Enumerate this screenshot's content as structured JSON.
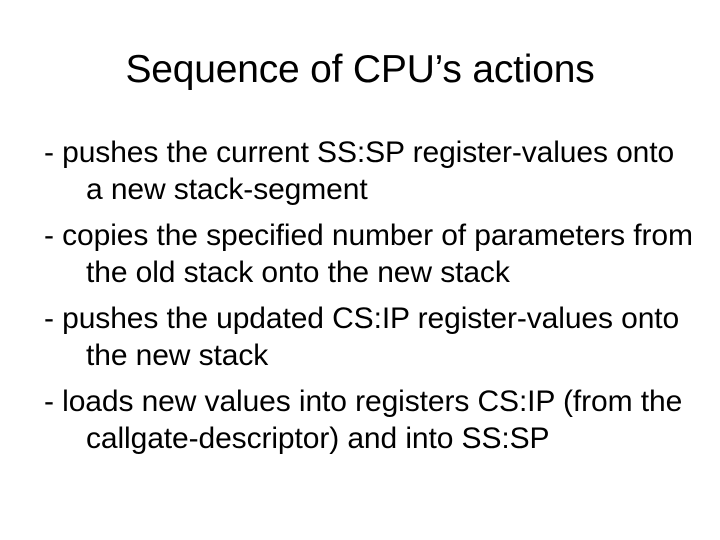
{
  "slide": {
    "title": "Sequence of CPU’s actions",
    "background_color": "#ffffff",
    "text_color": "#000000",
    "bullets": [
      "- pushes the current SS:SP register-values onto a new stack-segment",
      "- copies the specified number of parameters from the old stack onto the new stack",
      "- pushes the updated CS:IP register-values onto the new stack",
      "- loads new values into registers CS:IP (from the callgate-descriptor) and into SS:SP"
    ]
  }
}
